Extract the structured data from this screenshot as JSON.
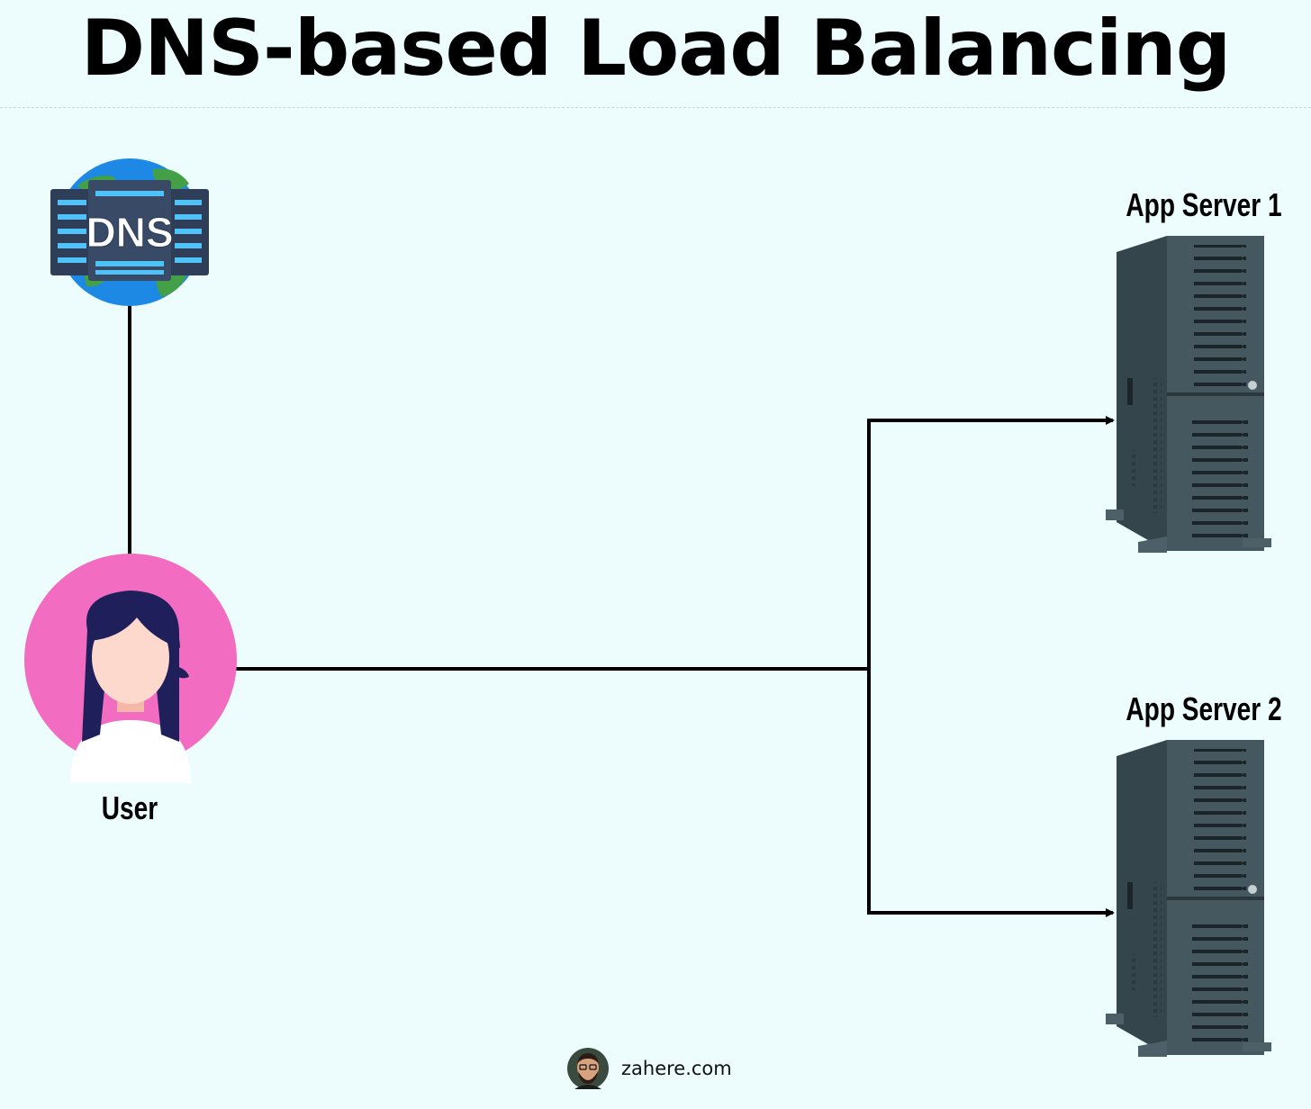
{
  "title": "DNS-based Load Balancing",
  "nodes": {
    "dns": {
      "text": "DNS",
      "icon": "dns-server-globe-icon"
    },
    "user": {
      "label": "User",
      "icon": "user-avatar-icon"
    },
    "server1": {
      "label": "App Server 1",
      "icon": "tower-server-icon"
    },
    "server2": {
      "label": "App Server 2",
      "icon": "tower-server-icon"
    }
  },
  "connections": [
    {
      "from": "user",
      "to": "dns",
      "arrow": false
    },
    {
      "from": "user",
      "to": "server1",
      "arrow": true
    },
    {
      "from": "user",
      "to": "server2",
      "arrow": true
    }
  ],
  "footer": {
    "text": "zahere.com",
    "icon": "author-avatar-icon"
  },
  "colors": {
    "background": "#edfdfe",
    "line": "#000000",
    "globe": "#1e88e5",
    "user_circle": "#f26cc1",
    "server_body": "#3d5058"
  }
}
